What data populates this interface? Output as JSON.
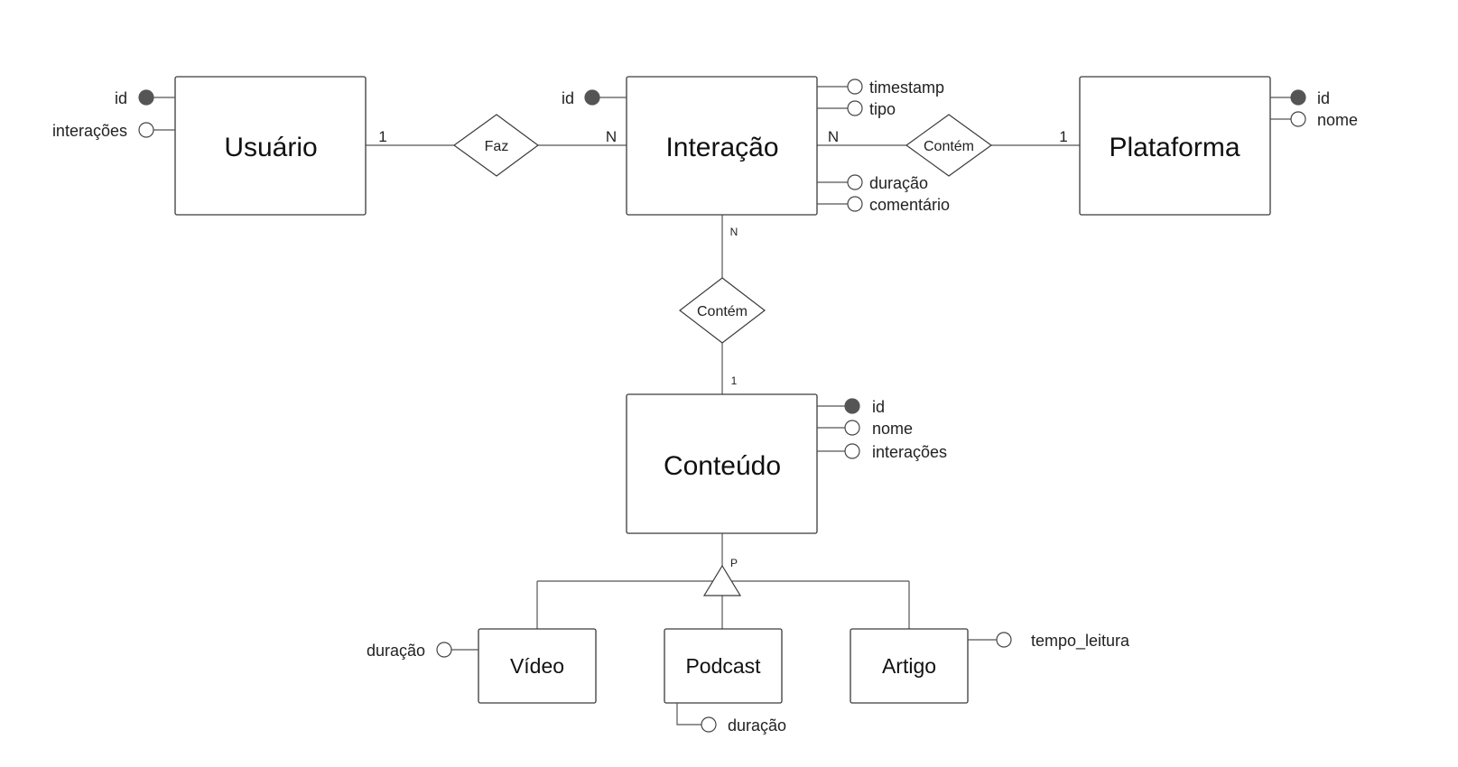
{
  "entities": {
    "usuario": "Usuário",
    "interacao": "Interação",
    "plataforma": "Plataforma",
    "conteudo": "Conteúdo",
    "video": "Vídeo",
    "podcast": "Podcast",
    "artigo": "Artigo"
  },
  "relationships": {
    "faz": "Faz",
    "contem_plataforma": "Contém",
    "contem_conteudo": "Contém"
  },
  "cardinalities": {
    "usuario_faz": "1",
    "faz_interacao": "N",
    "interacao_contem": "N",
    "contem_plataforma": "1",
    "interacao_down": "N",
    "conteudo_up": "1",
    "specialization": "P"
  },
  "attributes": {
    "usuario": [
      {
        "label": "id",
        "key": true
      },
      {
        "label": "interações",
        "key": false
      }
    ],
    "interacao_left": [
      {
        "label": "id",
        "key": true
      }
    ],
    "interacao_top": [
      {
        "label": "timestamp",
        "key": false
      },
      {
        "label": "tipo",
        "key": false
      }
    ],
    "interacao_bottom": [
      {
        "label": "duração",
        "key": false
      },
      {
        "label": "comentário",
        "key": false
      }
    ],
    "plataforma": [
      {
        "label": "id",
        "key": true
      },
      {
        "label": "nome",
        "key": false
      }
    ],
    "conteudo": [
      {
        "label": "id",
        "key": true
      },
      {
        "label": "nome",
        "key": false
      },
      {
        "label": "interações",
        "key": false
      }
    ],
    "video": [
      {
        "label": "duração",
        "key": false
      }
    ],
    "podcast": [
      {
        "label": "duração",
        "key": false
      }
    ],
    "artigo": [
      {
        "label": "tempo_leitura",
        "key": false
      }
    ]
  }
}
